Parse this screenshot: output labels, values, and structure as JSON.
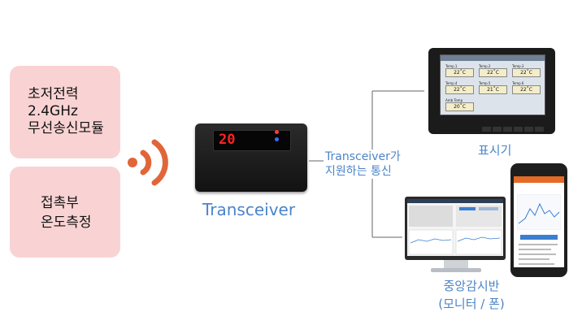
{
  "sensor_box": {
    "line1": "초저전력",
    "line2": "2.4GHz",
    "line3": "무선송신모듈"
  },
  "contact_box": {
    "line1": "접촉부",
    "line2": "온도측정"
  },
  "transceiver": {
    "label": "Transceiver",
    "display_digits": "20"
  },
  "link_label": {
    "line1": "Transceiver가",
    "line2": "지원하는 통신"
  },
  "display_unit": {
    "label": "표시기",
    "cells": [
      {
        "name": "Temp.1",
        "value": "22˚C"
      },
      {
        "name": "Temp.2",
        "value": "22˚C"
      },
      {
        "name": "Temp.3",
        "value": "22˚C"
      },
      {
        "name": "Temp.4",
        "value": "22˚C"
      },
      {
        "name": "Temp.5",
        "value": "21˚C"
      },
      {
        "name": "Temp.6",
        "value": "22˚C"
      },
      {
        "name": "Amb Temp",
        "value": "20˚C"
      }
    ]
  },
  "monitor": {
    "label_line1": "중앙감시반",
    "label_line2": "(모니터 / 폰)"
  },
  "colors": {
    "pink_box": "#f9d3d3",
    "label_blue": "#4b84c8",
    "wave_orange": "#e0663a"
  }
}
